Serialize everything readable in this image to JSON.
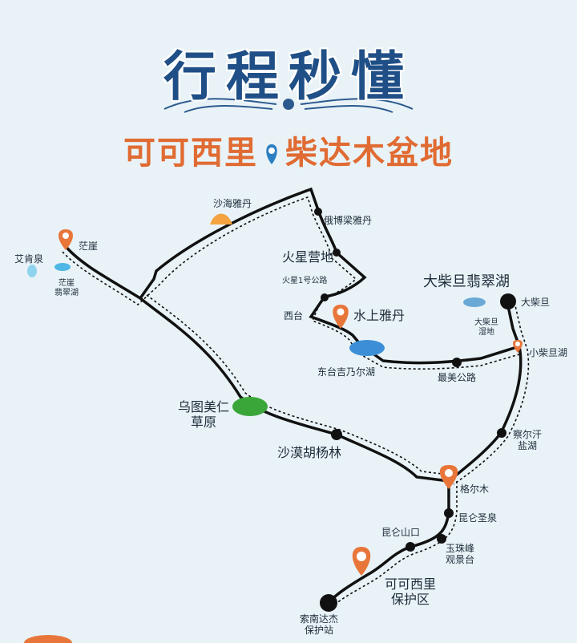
{
  "title": "行程秒懂",
  "route": {
    "from": "可可西里",
    "to": "柴达木盆地"
  },
  "places": {
    "shahai_yadan": "沙海雅丹",
    "ebo_liang": "俄博梁雅丹",
    "mars_camp": "火星营地",
    "mars_road": "火星1号公路",
    "xitai": "西台",
    "water_yadan": "水上雅丹",
    "dongtai_lake": "东台吉乃尔湖",
    "best_road": "最美公路",
    "dachaidan_lake": "大柴旦翡翠湖",
    "dachaidan": "大柴旦",
    "dachaidan_wetland": "大柴旦\n湿地",
    "xiaochaidan_lake": "小柴旦湖",
    "aiken_spring": "艾肯泉",
    "mangya": "茫崖",
    "mangya_lake": "茫崖\n翡翠湖",
    "wutu_grassland": "乌图美仁\n草原",
    "desert_poplar": "沙漠胡杨林",
    "chaerhan": "察尔汗\n盐湖",
    "golmud": "格尔木",
    "kunlun_sacred": "昆仑圣泉",
    "kunlun_pass": "昆仑山口",
    "yuzhu_peak": "玉珠峰\n观景台",
    "hoh_xil_station": "可可西里\n保护区",
    "suonan_station": "索南达杰\n保护站"
  },
  "colors": {
    "title": "#1f4f86",
    "route_title": "#e06b33",
    "route_line": "#111111",
    "pin_orange": "#e8763a",
    "node_black": "#111111",
    "grass": "#3aa63a",
    "lake_blue": "#3c8fd6"
  }
}
